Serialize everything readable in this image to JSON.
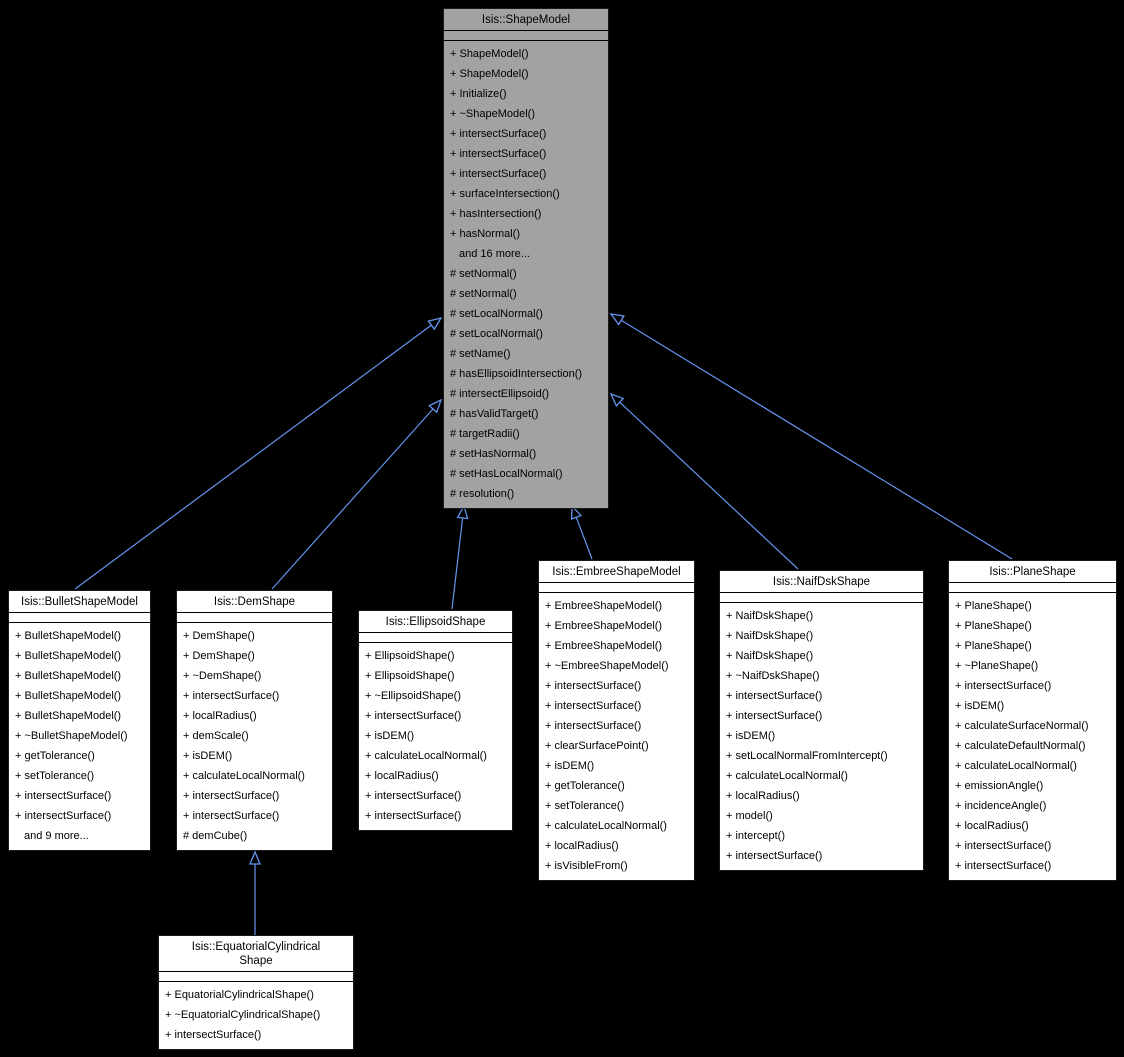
{
  "diagram": {
    "background": "#000000",
    "box_bg": "#ffffff",
    "base_box_bg": "#a2a2a2",
    "arrow_color": "#6495ED"
  },
  "classes": {
    "shapemodel": {
      "title": "Isis::ShapeModel",
      "members": [
        "+ ShapeModel()",
        "+ ShapeModel()",
        "+ Initialize()",
        "+ ~ShapeModel()",
        "+ intersectSurface()",
        "+ intersectSurface()",
        "+ intersectSurface()",
        "+ surfaceIntersection()",
        "+ hasIntersection()",
        "+ hasNormal()",
        "and 16 more...",
        "# setNormal()",
        "# setNormal()",
        "# setLocalNormal()",
        "# setLocalNormal()",
        "# setName()",
        "# hasEllipsoidIntersection()",
        "# intersectEllipsoid()",
        "# hasValidTarget()",
        "# targetRadii()",
        "# setHasNormal()",
        "# setHasLocalNormal()",
        "# resolution()"
      ]
    },
    "bullet": {
      "title": "Isis::BulletShapeModel",
      "members": [
        "+ BulletShapeModel()",
        "+ BulletShapeModel()",
        "+ BulletShapeModel()",
        "+ BulletShapeModel()",
        "+ BulletShapeModel()",
        "+ ~BulletShapeModel()",
        "+ getTolerance()",
        "+ setTolerance()",
        "+ intersectSurface()",
        "+ intersectSurface()",
        "and 9 more..."
      ]
    },
    "dem": {
      "title": "Isis::DemShape",
      "members": [
        "+ DemShape()",
        "+ DemShape()",
        "+ ~DemShape()",
        "+ intersectSurface()",
        "+ localRadius()",
        "+ demScale()",
        "+ isDEM()",
        "+ calculateLocalNormal()",
        "+ intersectSurface()",
        "+ intersectSurface()",
        "# demCube()"
      ]
    },
    "ellipsoid": {
      "title": "Isis::EllipsoidShape",
      "members": [
        "+ EllipsoidShape()",
        "+ EllipsoidShape()",
        "+ ~EllipsoidShape()",
        "+ intersectSurface()",
        "+ isDEM()",
        "+ calculateLocalNormal()",
        "+ localRadius()",
        "+ intersectSurface()",
        "+ intersectSurface()"
      ]
    },
    "embree": {
      "title": "Isis::EmbreeShapeModel",
      "members": [
        "+ EmbreeShapeModel()",
        "+ EmbreeShapeModel()",
        "+ EmbreeShapeModel()",
        "+ ~EmbreeShapeModel()",
        "+ intersectSurface()",
        "+ intersectSurface()",
        "+ intersectSurface()",
        "+ clearSurfacePoint()",
        "+ isDEM()",
        "+ getTolerance()",
        "+ setTolerance()",
        "+ calculateLocalNormal()",
        "+ localRadius()",
        "+ isVisibleFrom()"
      ]
    },
    "naifdsk": {
      "title": "Isis::NaifDskShape",
      "members": [
        "+ NaifDskShape()",
        "+ NaifDskShape()",
        "+ NaifDskShape()",
        "+ ~NaifDskShape()",
        "+ intersectSurface()",
        "+ intersectSurface()",
        "+ isDEM()",
        "+ setLocalNormalFromIntercept()",
        "+ calculateLocalNormal()",
        "+ localRadius()",
        "+ model()",
        "+ intercept()",
        "+ intersectSurface()"
      ]
    },
    "plane": {
      "title": "Isis::PlaneShape",
      "members": [
        "+ PlaneShape()",
        "+ PlaneShape()",
        "+ PlaneShape()",
        "+ ~PlaneShape()",
        "+ intersectSurface()",
        "+ isDEM()",
        "+ calculateSurfaceNormal()",
        "+ calculateDefaultNormal()",
        "+ calculateLocalNormal()",
        "+ emissionAngle()",
        "+ incidenceAngle()",
        "+ localRadius()",
        "+ intersectSurface()",
        "+ intersectSurface()"
      ]
    },
    "eqcyl": {
      "title": "Isis::EquatorialCylindrical\nShape",
      "members": [
        "+ EquatorialCylindricalShape()",
        "+ ~EquatorialCylindricalShape()",
        "+ intersectSurface()"
      ]
    }
  },
  "relations": [
    {
      "from": "Isis::BulletShapeModel",
      "to": "Isis::ShapeModel",
      "type": "inheritance"
    },
    {
      "from": "Isis::DemShape",
      "to": "Isis::ShapeModel",
      "type": "inheritance"
    },
    {
      "from": "Isis::EllipsoidShape",
      "to": "Isis::ShapeModel",
      "type": "inheritance"
    },
    {
      "from": "Isis::EmbreeShapeModel",
      "to": "Isis::ShapeModel",
      "type": "inheritance"
    },
    {
      "from": "Isis::NaifDskShape",
      "to": "Isis::ShapeModel",
      "type": "inheritance"
    },
    {
      "from": "Isis::PlaneShape",
      "to": "Isis::ShapeModel",
      "type": "inheritance"
    },
    {
      "from": "Isis::EquatorialCylindricalShape",
      "to": "Isis::DemShape",
      "type": "inheritance"
    }
  ]
}
